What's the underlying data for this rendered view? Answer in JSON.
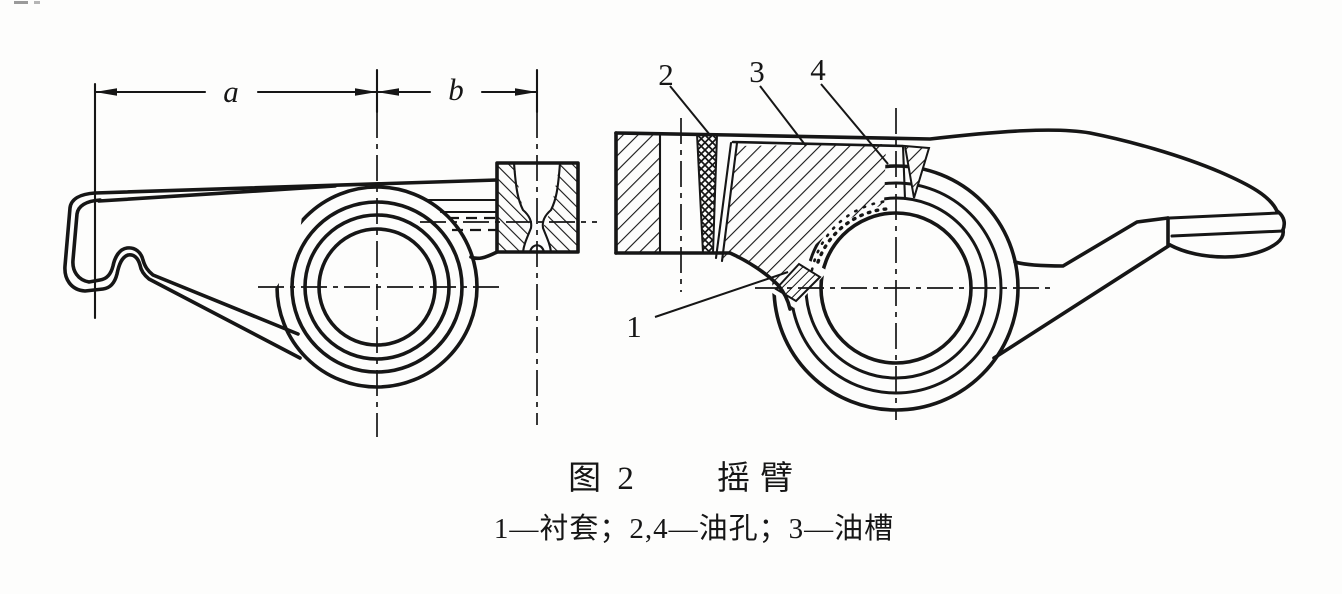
{
  "figure": {
    "number_label": "图 2",
    "title": "摇臂",
    "legend": "1—衬套；2,4—油孔；3—油槽"
  },
  "dimensions": {
    "a_label": "a",
    "b_label": "b"
  },
  "callouts": {
    "c1": "1",
    "c2": "2",
    "c3": "3",
    "c4": "4"
  },
  "legend_map": [
    {
      "num": "1",
      "part": "衬套"
    },
    {
      "num": "2,4",
      "part": "油孔"
    },
    {
      "num": "3",
      "part": "油槽"
    }
  ],
  "colors": {
    "ink": "#161616",
    "paper": "#fdfdfc"
  }
}
